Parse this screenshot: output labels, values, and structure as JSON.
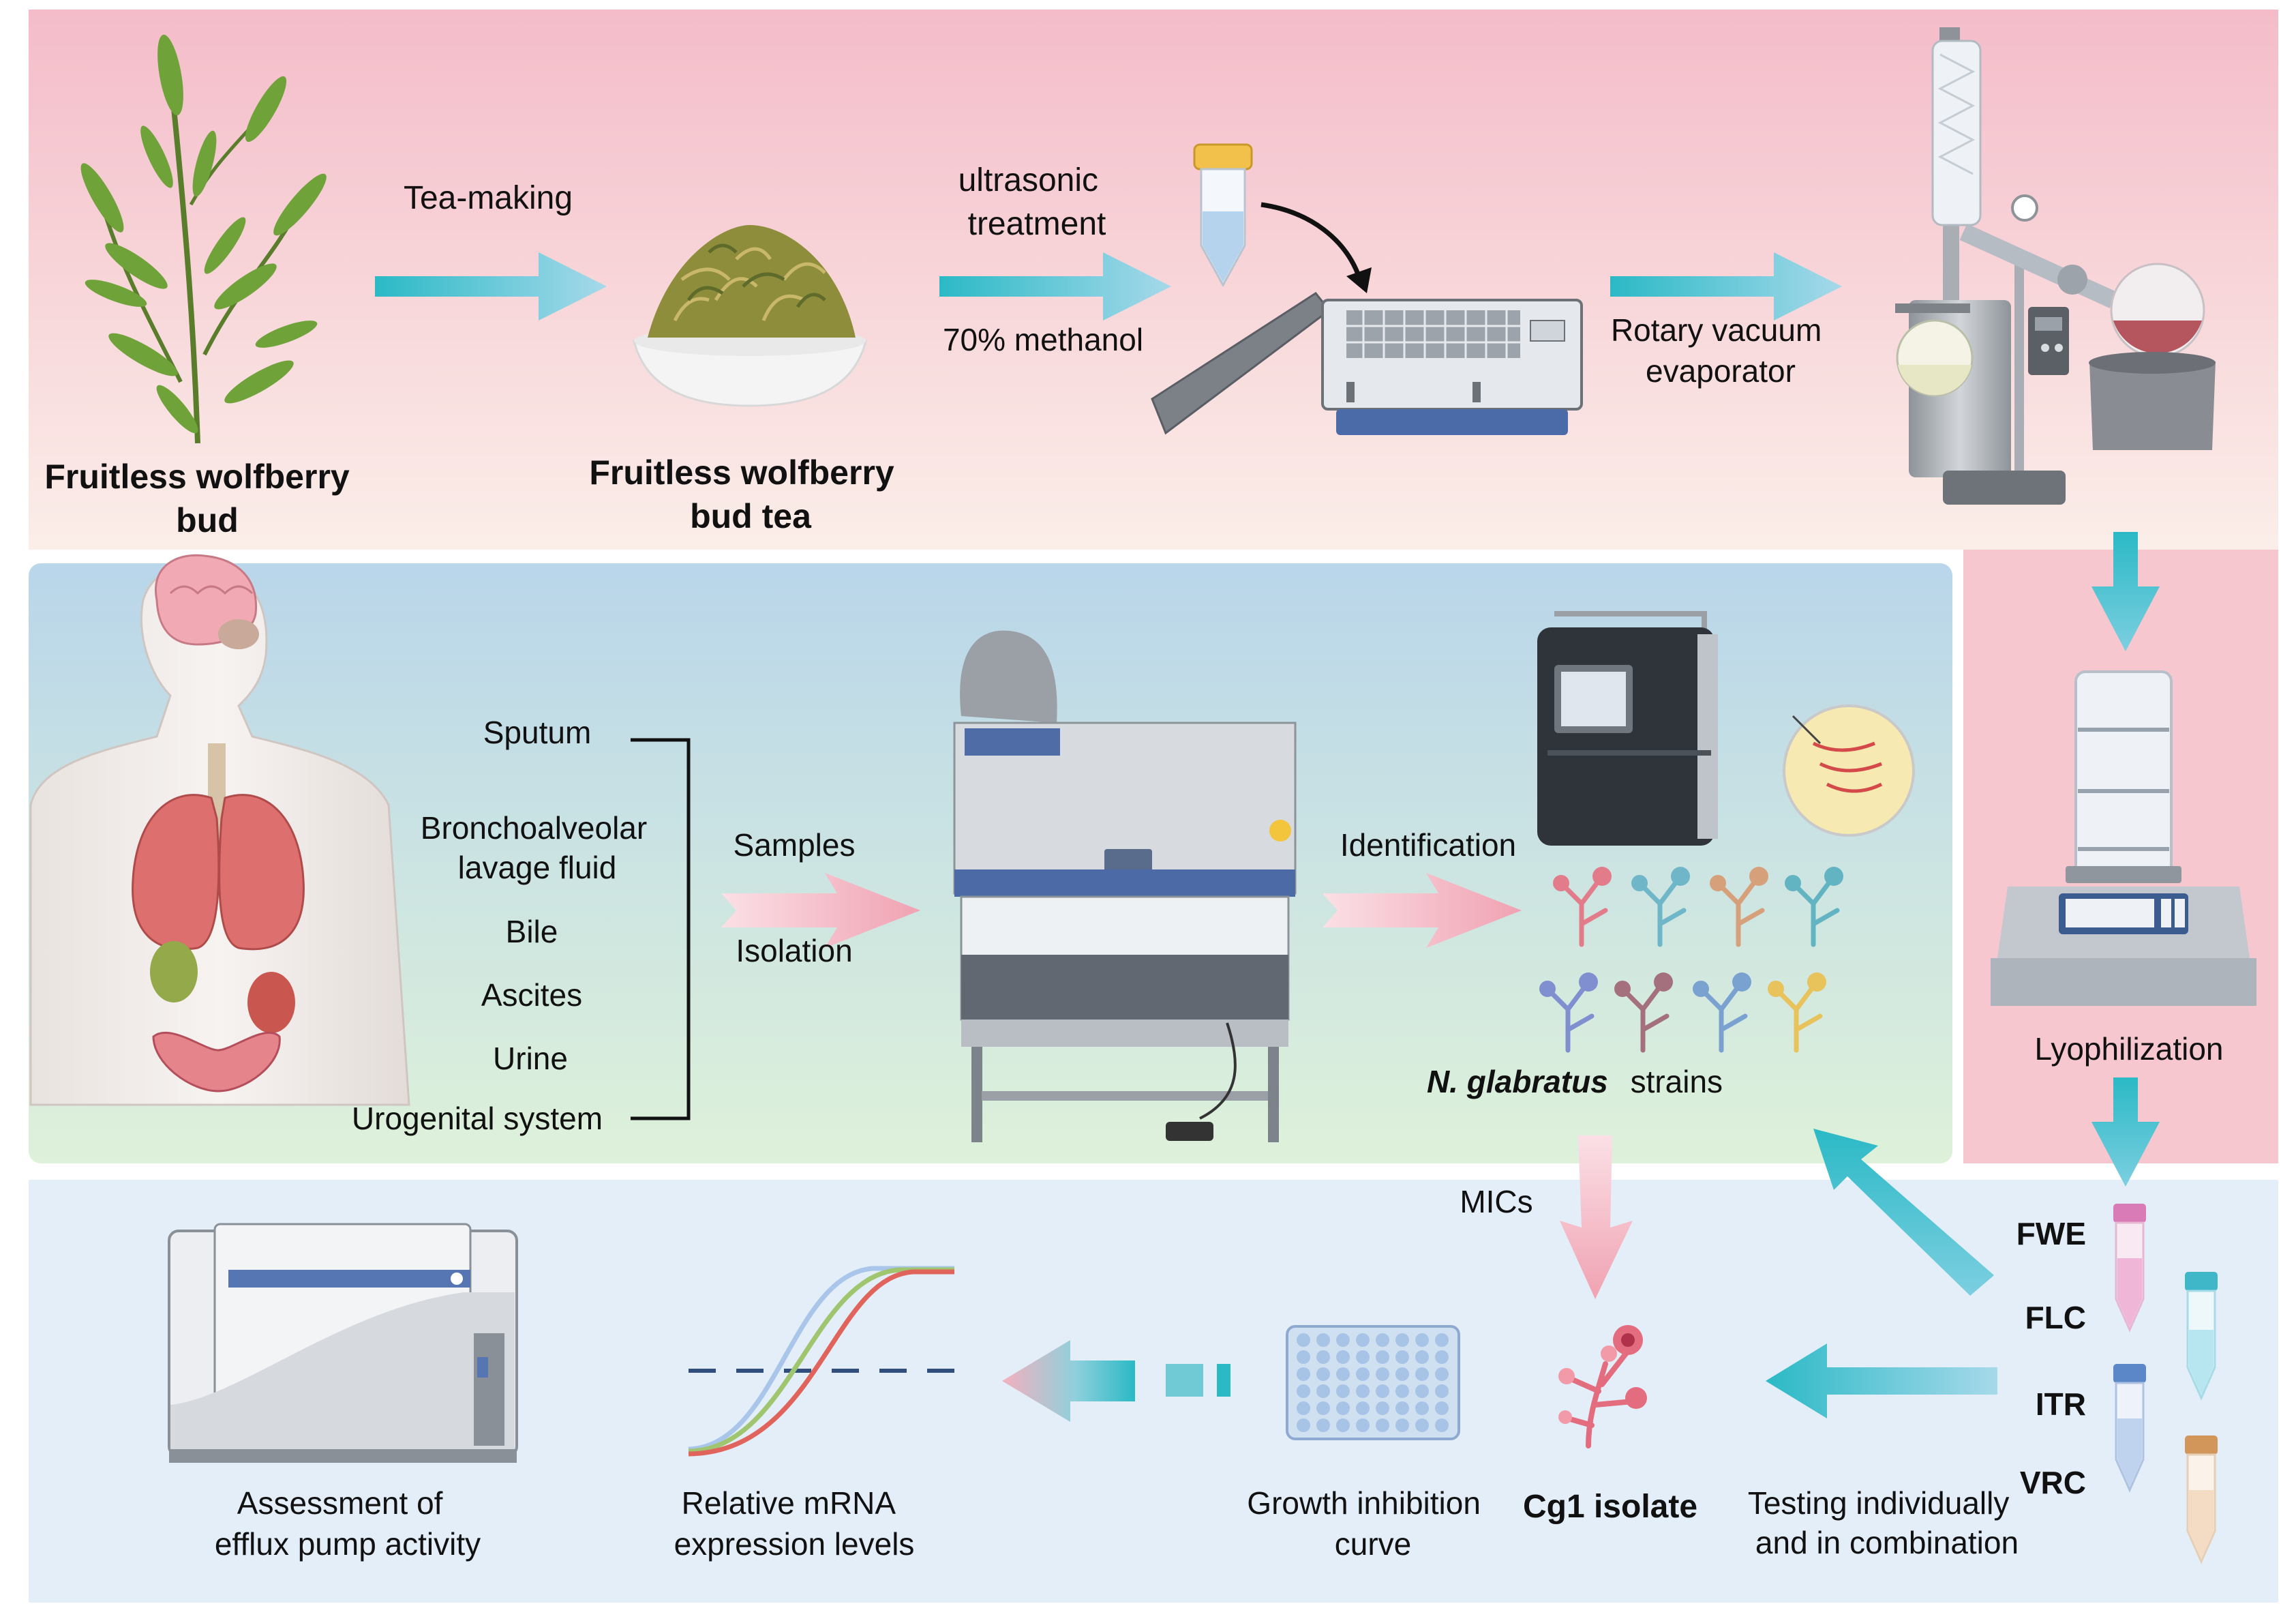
{
  "colors": {
    "top_band_top": "#f4bcc9",
    "top_band_bottom": "#fbeee9",
    "mid_band_top": "#b9d6ea",
    "mid_band_bottom": "#dff1dc",
    "right_band": "#f6c7cf",
    "bottom_band": "#e3eef8",
    "teal_arrow": "#33bfcc",
    "pink_arrow": "#f3a9b6"
  },
  "top_row": {
    "plant_label_1": "Fruitless wolfberry",
    "plant_label_2": "bud",
    "tea_making": "Tea-making",
    "tea_label_1": "Fruitless wolfberry",
    "tea_label_2": "bud tea",
    "ultrasonic_1": "ultrasonic",
    "ultrasonic_2": "treatment",
    "methanol": "70% methanol",
    "rotary_1": "Rotary vacuum",
    "rotary_2": "evaporator"
  },
  "right_column": {
    "lyophilization": "Lyophilization",
    "drugs": [
      "FWE",
      "FLC",
      "ITR",
      "VRC"
    ]
  },
  "middle_row": {
    "sample_sources": [
      "Sputum",
      "Bronchoalveolar",
      "lavage fluid",
      "Bile",
      "Ascites",
      "Urine",
      "Urogenital system"
    ],
    "samples": "Samples",
    "isolation": "Isolation",
    "identification": "Identification",
    "strains_italic": "N. glabratus",
    "strains_rest": "strains"
  },
  "bottom_row": {
    "mics": "MICs",
    "testing_1": "Testing individually",
    "testing_2": "and in combination",
    "isolate": "Cg1 isolate",
    "growth_1": "Growth inhibition",
    "growth_2": "curve",
    "mrna_1": "Relative mRNA",
    "mrna_2": "expression levels",
    "efflux_1": "Assessment of",
    "efflux_2": "efflux pump activity"
  }
}
